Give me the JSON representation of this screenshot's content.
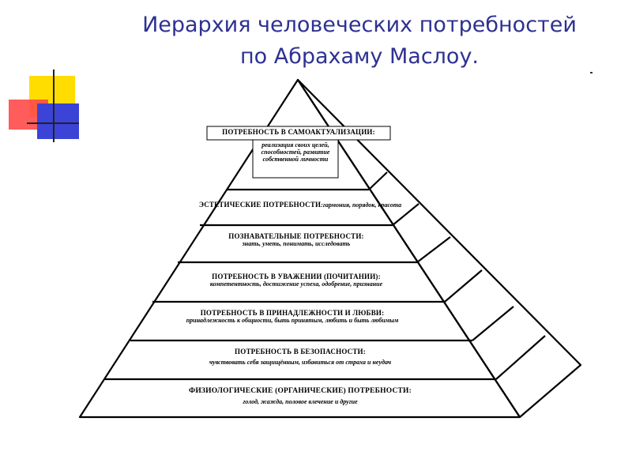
{
  "title": {
    "line1": "Иерархия человеческих потребностей",
    "line2": "по Абрахаму Маслоу."
  },
  "decor": {
    "yellow": "#ffdd00",
    "red": "#ff4444",
    "blue": "#3b44d6",
    "title_color": "#2e3192"
  },
  "pyramid": {
    "levels": [
      {
        "name": "ПОТРЕБНОСТЬ В САМОАКТУАЛИЗАЦИИ:",
        "desc": "реализация своих целей, способностей, развитие собственной личности"
      },
      {
        "name": "ЭСТЕТИЧЕСКИЕ ПОТРЕБНОСТИ",
        "desc": ":гармония, порядок, красота"
      },
      {
        "name": "ПОЗНАВАТЕЛЬНЫЕ ПОТРЕБНОСТИ:",
        "desc": "знать, уметь, понимать, исследовать"
      },
      {
        "name": "ПОТРЕБНОСТЬ В УВАЖЕНИИ (ПОЧИТАНИИ):",
        "desc": "компетентность, достижение успеха, одобрение, признание"
      },
      {
        "name": "ПОТРЕБНОСТЬ В ПРИНАДЛЕЖНОСТИ И ЛЮБВИ:",
        "desc": "принадлежность к общности, быть принятым, любить и быть любимым"
      },
      {
        "name": "ПОТРЕБНОСТЬ В БЕЗОПАСНОСТИ:",
        "desc": "чувствовать себя защищённым, избавиться от страха и неудач"
      },
      {
        "name": "ФИЗИОЛОГИЧЕСКИЕ (ОРГАНИЧЕСКИЕ) ПОТРЕБНОСТИ:",
        "desc": "голод, жажда, половое влечение и другие"
      }
    ]
  }
}
